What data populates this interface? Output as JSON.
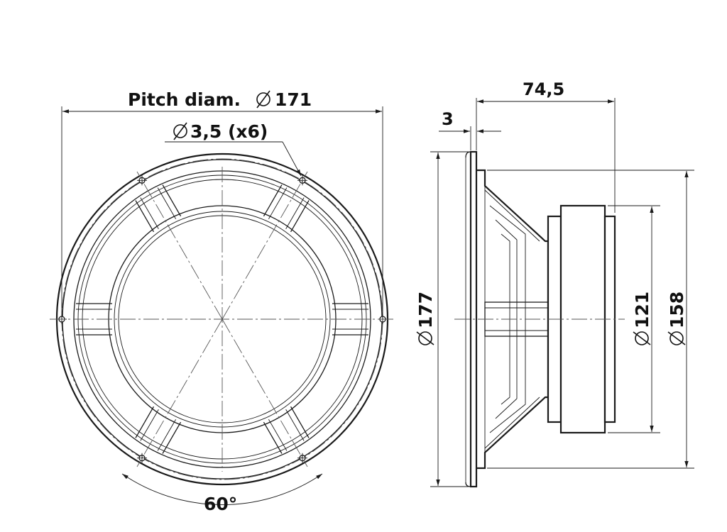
{
  "labels": {
    "pitch_diameter_text": "Pitch diam.",
    "pitch_diameter_value": "171",
    "hole_diameter_value": "3,5 (x6)",
    "hole_angle": "60°",
    "depth": "74,5",
    "flange_thickness": "3",
    "outer_diameter_value": "177",
    "magnet_diameter_value": "121",
    "basket_diameter_value": "158"
  },
  "symbols": {
    "diameter": "diameter-symbol"
  },
  "colors": {
    "line": "#1a1a1a",
    "background": "#ffffff"
  }
}
